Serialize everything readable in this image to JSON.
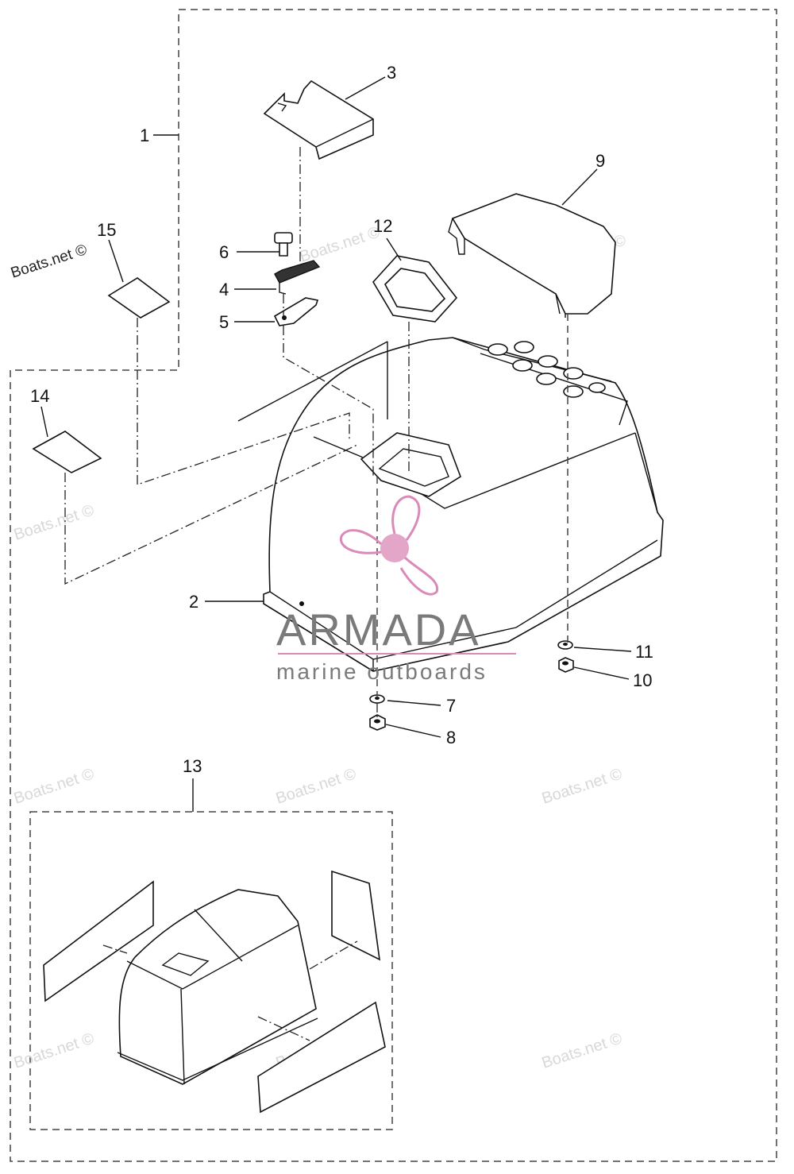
{
  "diagram": {
    "part_numbers": [
      "1",
      "2",
      "3",
      "4",
      "5",
      "6",
      "7",
      "8",
      "9",
      "10",
      "11",
      "12",
      "13",
      "14",
      "15"
    ],
    "watermark": "Boats.net ©",
    "brand": {
      "name": "ARMADA",
      "tagline": "marine outboards",
      "accent_color": "#d98ab7"
    }
  }
}
